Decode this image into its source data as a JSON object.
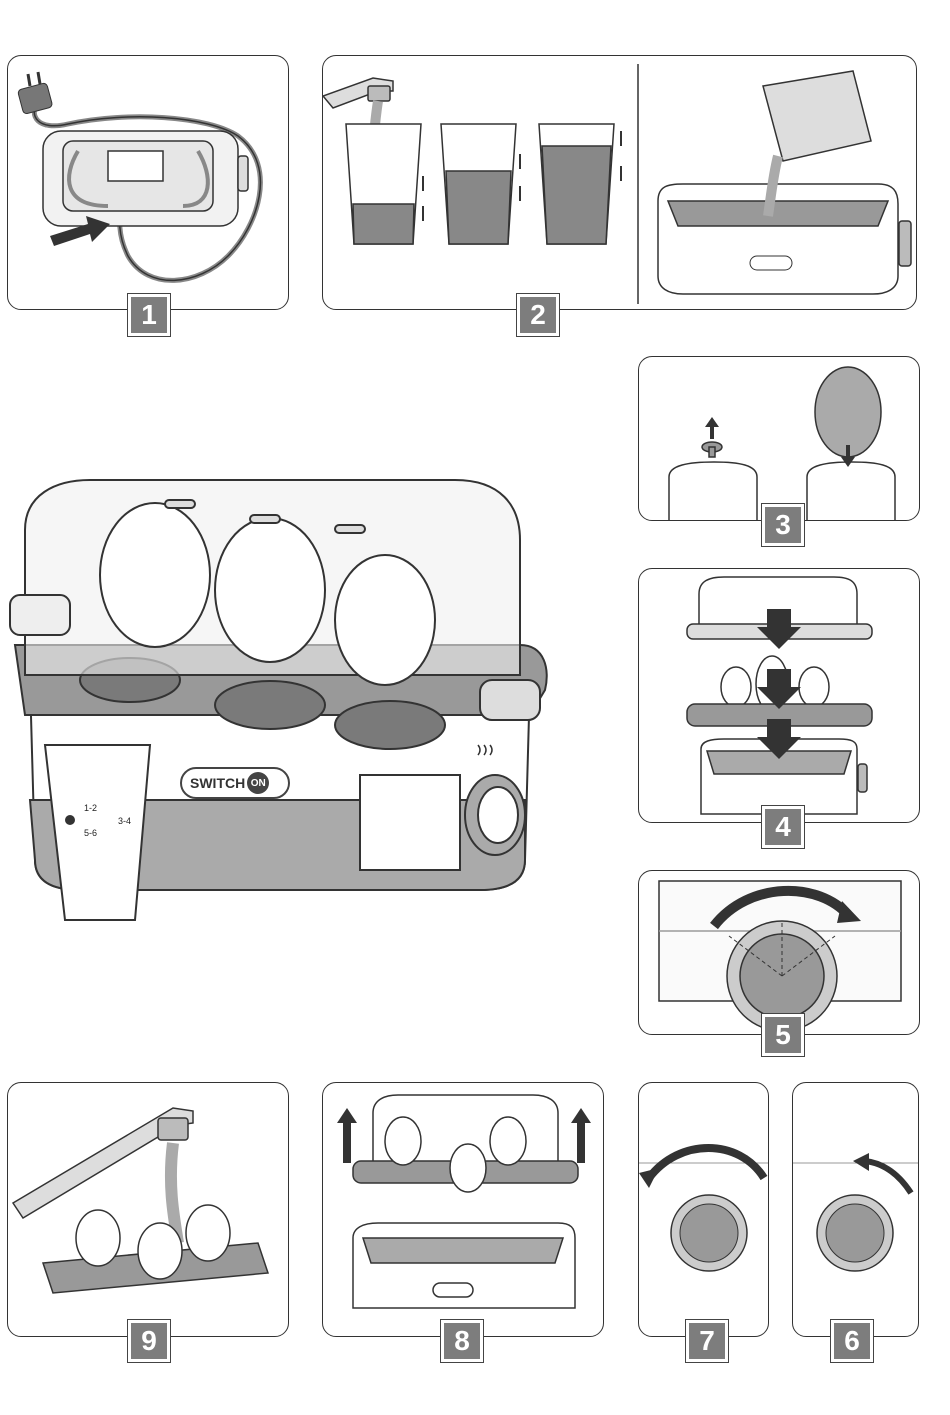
{
  "steps": [
    "1",
    "2",
    "3",
    "4",
    "5",
    "6",
    "7",
    "8",
    "9"
  ],
  "product": {
    "brand": "SWITCH",
    "brand_on": "ON",
    "cup_marks": [
      "1-2",
      "3-4",
      "5-6"
    ]
  },
  "colors": {
    "gray_dark": "#7a7a7a",
    "gray_mid": "#9a9a9a",
    "gray_light": "#cfcfcf",
    "outline": "#333333"
  },
  "icons": [
    "power-plug-icon",
    "faucet-icon",
    "measuring-cup-icon",
    "arrow-icon",
    "egg-icon",
    "knob-icon",
    "steam-icon"
  ]
}
